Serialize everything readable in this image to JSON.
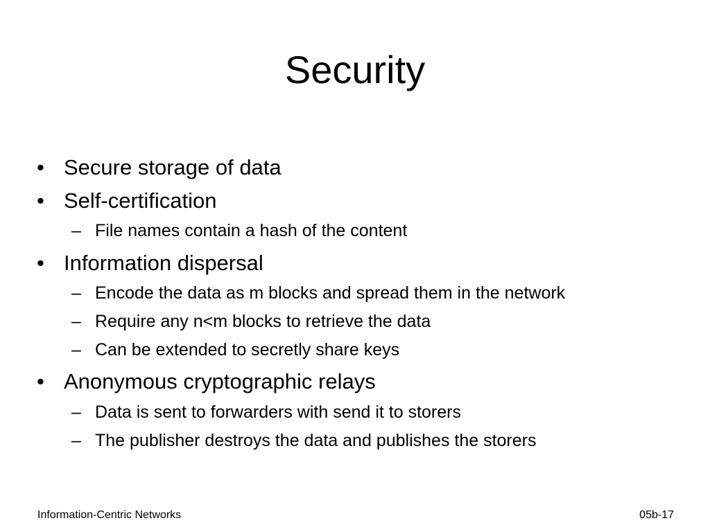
{
  "slide": {
    "title": "Security",
    "bullets": [
      {
        "marker": "•",
        "text": "Secure storage of data",
        "sub": []
      },
      {
        "marker": "•",
        "text": "Self-certification",
        "sub": [
          {
            "marker": "–",
            "text": "File names contain a hash of the content"
          }
        ]
      },
      {
        "marker": "•",
        "text": "Information dispersal",
        "sub": [
          {
            "marker": "–",
            "text": "Encode the data as m blocks and spread them in the network"
          },
          {
            "marker": "–",
            "text": "Require any n<m blocks to retrieve the data"
          },
          {
            "marker": "–",
            "text": "Can be extended to secretly share keys"
          }
        ]
      },
      {
        "marker": "•",
        "text": "Anonymous cryptographic relays",
        "sub": [
          {
            "marker": "–",
            "text": "Data is sent to forwarders with send it to storers"
          },
          {
            "marker": "–",
            "text": "The publisher destroys the data and publishes the storers"
          }
        ]
      }
    ],
    "footer": {
      "left": "Information-Centric Networks",
      "right": "05b-17"
    }
  }
}
